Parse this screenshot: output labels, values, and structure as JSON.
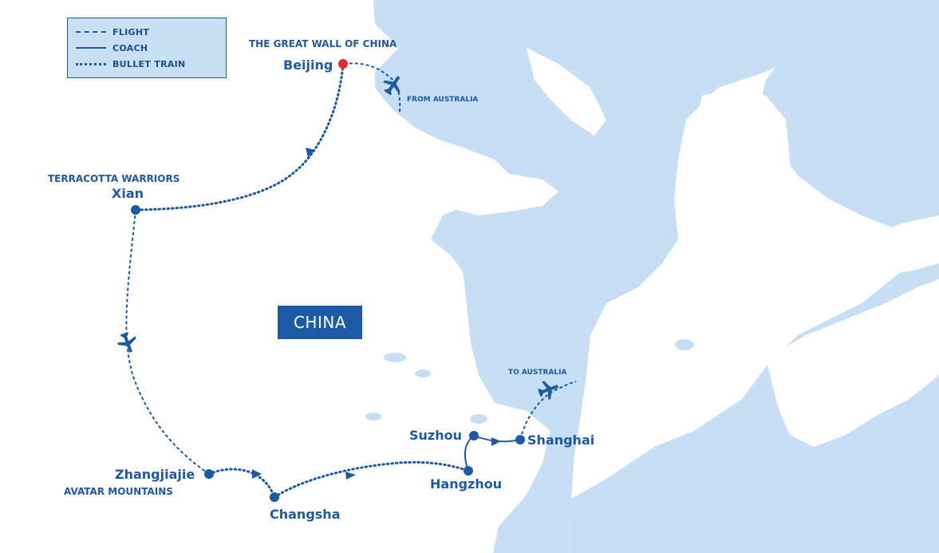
{
  "legend": {
    "items": [
      {
        "label": "FLIGHT",
        "style": "dashed"
      },
      {
        "label": "COACH",
        "style": "solid"
      },
      {
        "label": "BULLET TRAIN",
        "style": "dotted"
      }
    ]
  },
  "country": "CHINA",
  "cities": {
    "beijing": {
      "name": "Beijing",
      "sight": "THE GREAT WALL OF CHINA",
      "marker_color": "#e8262f"
    },
    "xian": {
      "name": "Xian",
      "sight": "TERRACOTTA WARRIORS"
    },
    "zhangjiajie": {
      "name": "Zhangjiajie",
      "sight": "AVATAR MOUNTAINS"
    },
    "changsha": {
      "name": "Changsha"
    },
    "hangzhou": {
      "name": "Hangzhou"
    },
    "suzhou": {
      "name": "Suzhou"
    },
    "shanghai": {
      "name": "Shanghai"
    }
  },
  "notes": {
    "from_australia": "FROM AUSTRALIA",
    "to_australia": "TO AUSTRALIA"
  },
  "colors": {
    "sea": "#c7dff4",
    "land": "#ffffff",
    "route": "#1c5aa6",
    "start_marker": "#e8262f"
  },
  "icons": {
    "plane": "airplane-icon",
    "arrow": "arrowhead-icon"
  }
}
